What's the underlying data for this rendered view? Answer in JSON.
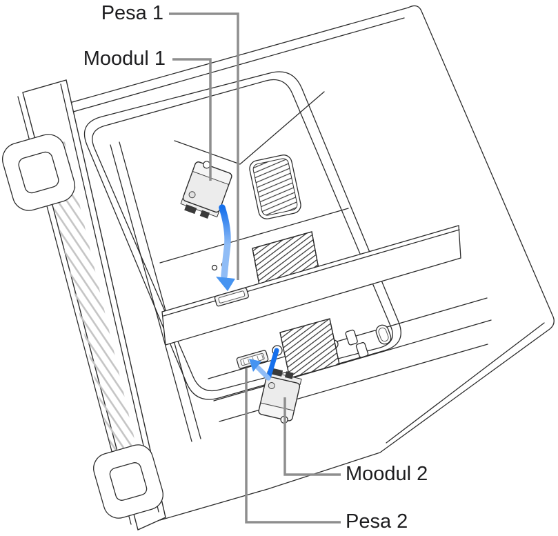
{
  "figure": {
    "callouts": {
      "pesa1": "Pesa 1",
      "moodul1": "Moodul 1",
      "moodul2": "Moodul 2",
      "pesa2": "Pesa 2"
    },
    "colors": {
      "outline": "#2b2b2b",
      "leader_line": "#8e8e8e",
      "arrow_dark": "#1670ec",
      "arrow_light": "#8fbcf6",
      "arrow_mid": "#4694f1",
      "module_fill": "#ececec",
      "background": "#ffffff"
    }
  }
}
